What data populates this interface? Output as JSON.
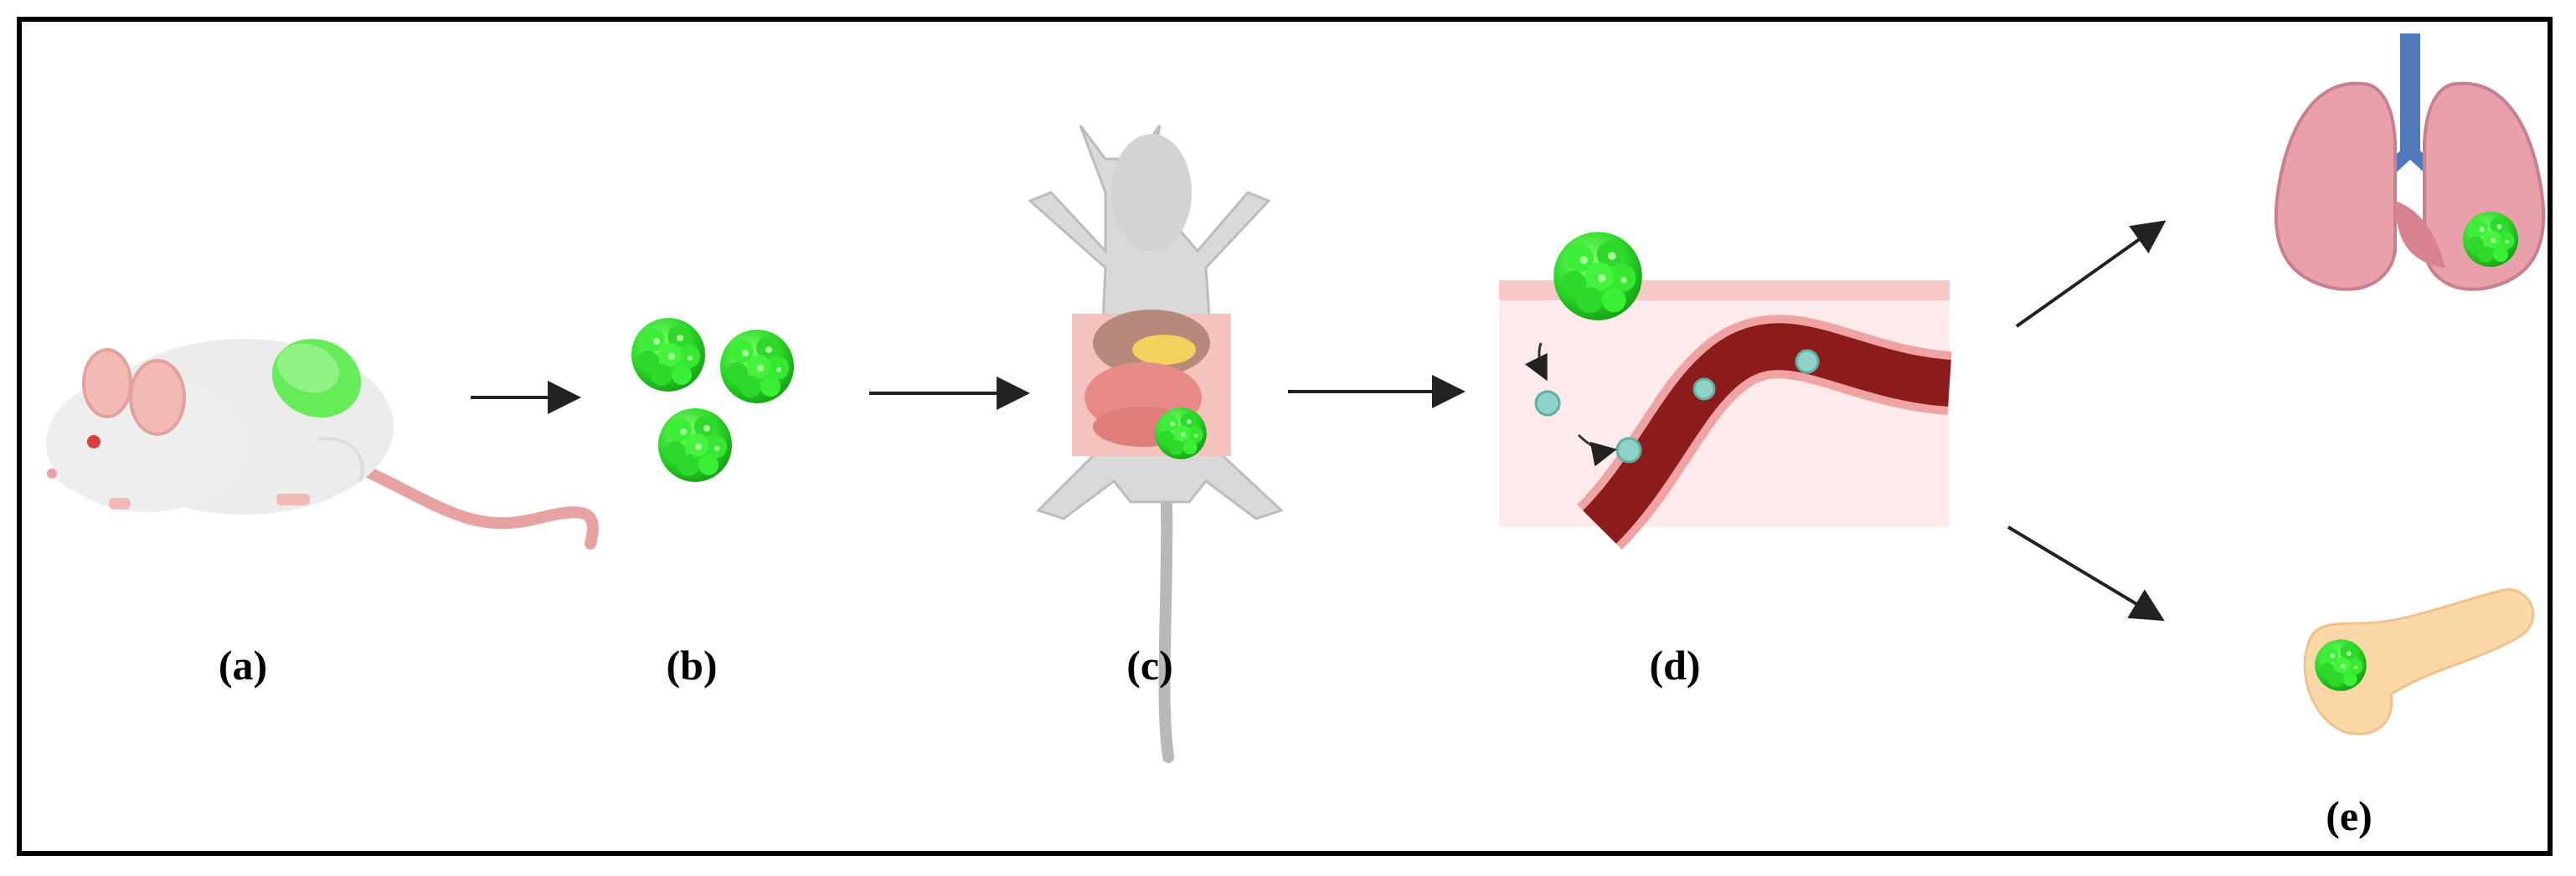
{
  "labels": {
    "a": "(a)",
    "b": "(b)",
    "c": "(c)",
    "d": "(d)",
    "e": "(e)"
  },
  "colors": {
    "tumor_green": "#3ee63a",
    "tumor_dark": "#19b81a",
    "mouse_body": "#ebebeb",
    "mouse_ear": "#f2b9b5",
    "tail_pink": "#e9a2a2",
    "lung_pink": "#e8a0ab",
    "trachea_blue": "#4f79b8",
    "vessel_red": "#8c1c1c",
    "tissue_pink": "#fdeaea",
    "pancreas": "#fcd8a8",
    "arrow": "#222222"
  },
  "icons": [
    "mouse-icon",
    "tumor-spheroid-icon",
    "dissected-mouse-icon",
    "blood-vessel-icon",
    "lung-icon",
    "pancreas-icon"
  ]
}
